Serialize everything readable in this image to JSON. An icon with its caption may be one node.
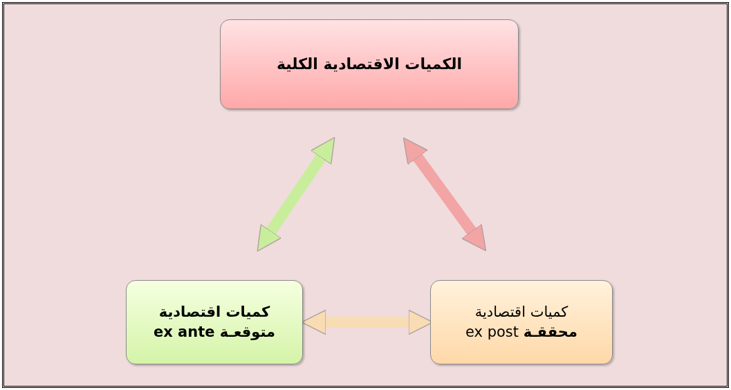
{
  "diagram": {
    "nodes": [
      {
        "text": [
          "الكميات الاقتصادية الكلية"
        ]
      },
      {
        "text": [
          "كميات اقتصادية متوقعـة ex ante"
        ]
      },
      {
        "text": [
          "كميات اقتصادية **محققـة** ex post"
        ]
      }
    ],
    "edges": [
      {
        "from": 0,
        "to": 1,
        "arrow": "both",
        "color": "#c8ee9c"
      },
      {
        "from": 0,
        "to": 2,
        "arrow": "both",
        "color": "#f3a4a4"
      },
      {
        "from": 1,
        "to": 2,
        "arrow": "both",
        "color": "#f8dcb4"
      }
    ]
  }
}
